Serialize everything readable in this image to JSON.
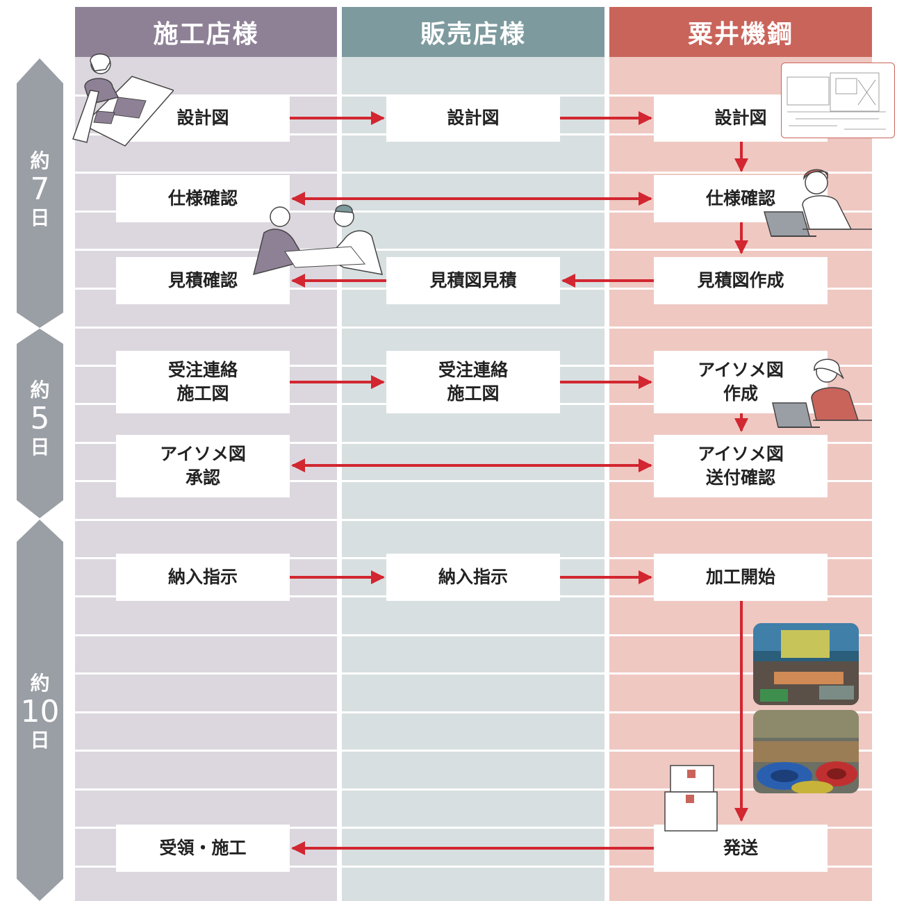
{
  "lanes": {
    "builder": {
      "title": "施工店様",
      "header_color": "#8e8196",
      "bg": "#dcd7de"
    },
    "dealer": {
      "title": "販売店様",
      "header_color": "#7d9a9e",
      "bg": "#d8dfe0"
    },
    "maker": {
      "title": "粟井機鋼",
      "header_color": "#c9645b",
      "bg": "#efc8c2"
    }
  },
  "phases": [
    {
      "prefix": "約",
      "num": "7",
      "unit": "日"
    },
    {
      "prefix": "約",
      "num": "5",
      "unit": "日"
    },
    {
      "prefix": "約",
      "num": "10",
      "unit": "日"
    }
  ],
  "boxes": {
    "b1": "設計図",
    "d1": "設計図",
    "m1": "設計図",
    "b2": "仕様確認",
    "m2": "仕様確認",
    "b3": "見積確認",
    "d3": "見積図見積",
    "m3": "見積図作成",
    "b4": "受注連絡\n施工図",
    "d4": "受注連絡\n施工図",
    "m4": "アイソメ図\n作成",
    "b5": "アイソメ図\n承認",
    "m5": "アイソメ図\n送付確認",
    "b6": "納入指示",
    "d6": "納入指示",
    "m6": "加工開始",
    "b7": "受領・施工",
    "m7": "発送"
  },
  "colors": {
    "arrow": "#d22630",
    "chevron": "#9a9ea5"
  },
  "icons": [
    "woman-with-drawings-illustration",
    "blueprint-thumbnail",
    "man-with-laptop-illustration",
    "handshake-illustration",
    "woman-with-laptop-illustration",
    "machining-photo",
    "cable-warehouse-photo",
    "boxes-illustration"
  ]
}
